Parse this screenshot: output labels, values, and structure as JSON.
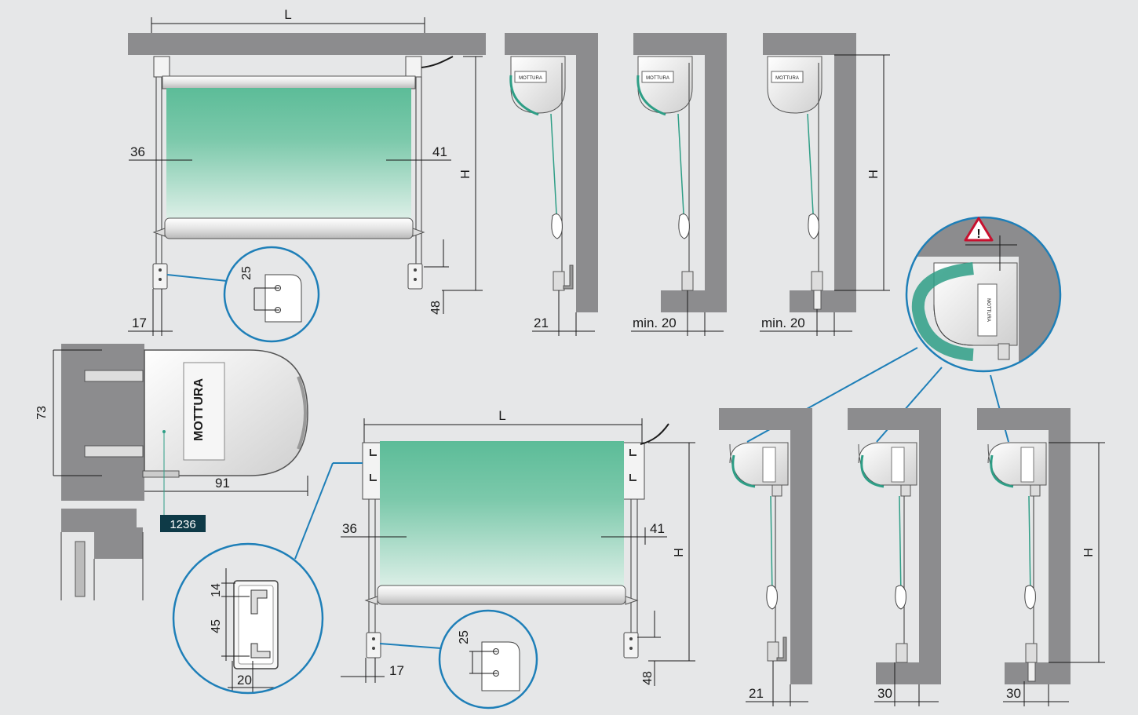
{
  "brand": "MOTTURA",
  "article_code": "1236",
  "dimensions": {
    "width_label": "L",
    "height_label": "H",
    "left_offset": "36",
    "right_offset": "41",
    "side_gap": "17",
    "bottom_gap": "48",
    "hole_spacing": "25",
    "wall_gap_21": "21",
    "min_20": "min. 20",
    "box_height": "73",
    "box_depth": "91",
    "bracket_14": "14",
    "bracket_45": "45",
    "bracket_20": "20",
    "gap_30": "30"
  },
  "colors": {
    "background": "#e6e7e8",
    "wall": "#8c8c8e",
    "fabric_top": "#5cbc98",
    "fabric_bottom": "#dcefe7",
    "callout": "#1e7fb8",
    "warning": "#c8102e"
  },
  "icons": [
    "warning-triangle-icon",
    "mottura-logo"
  ]
}
